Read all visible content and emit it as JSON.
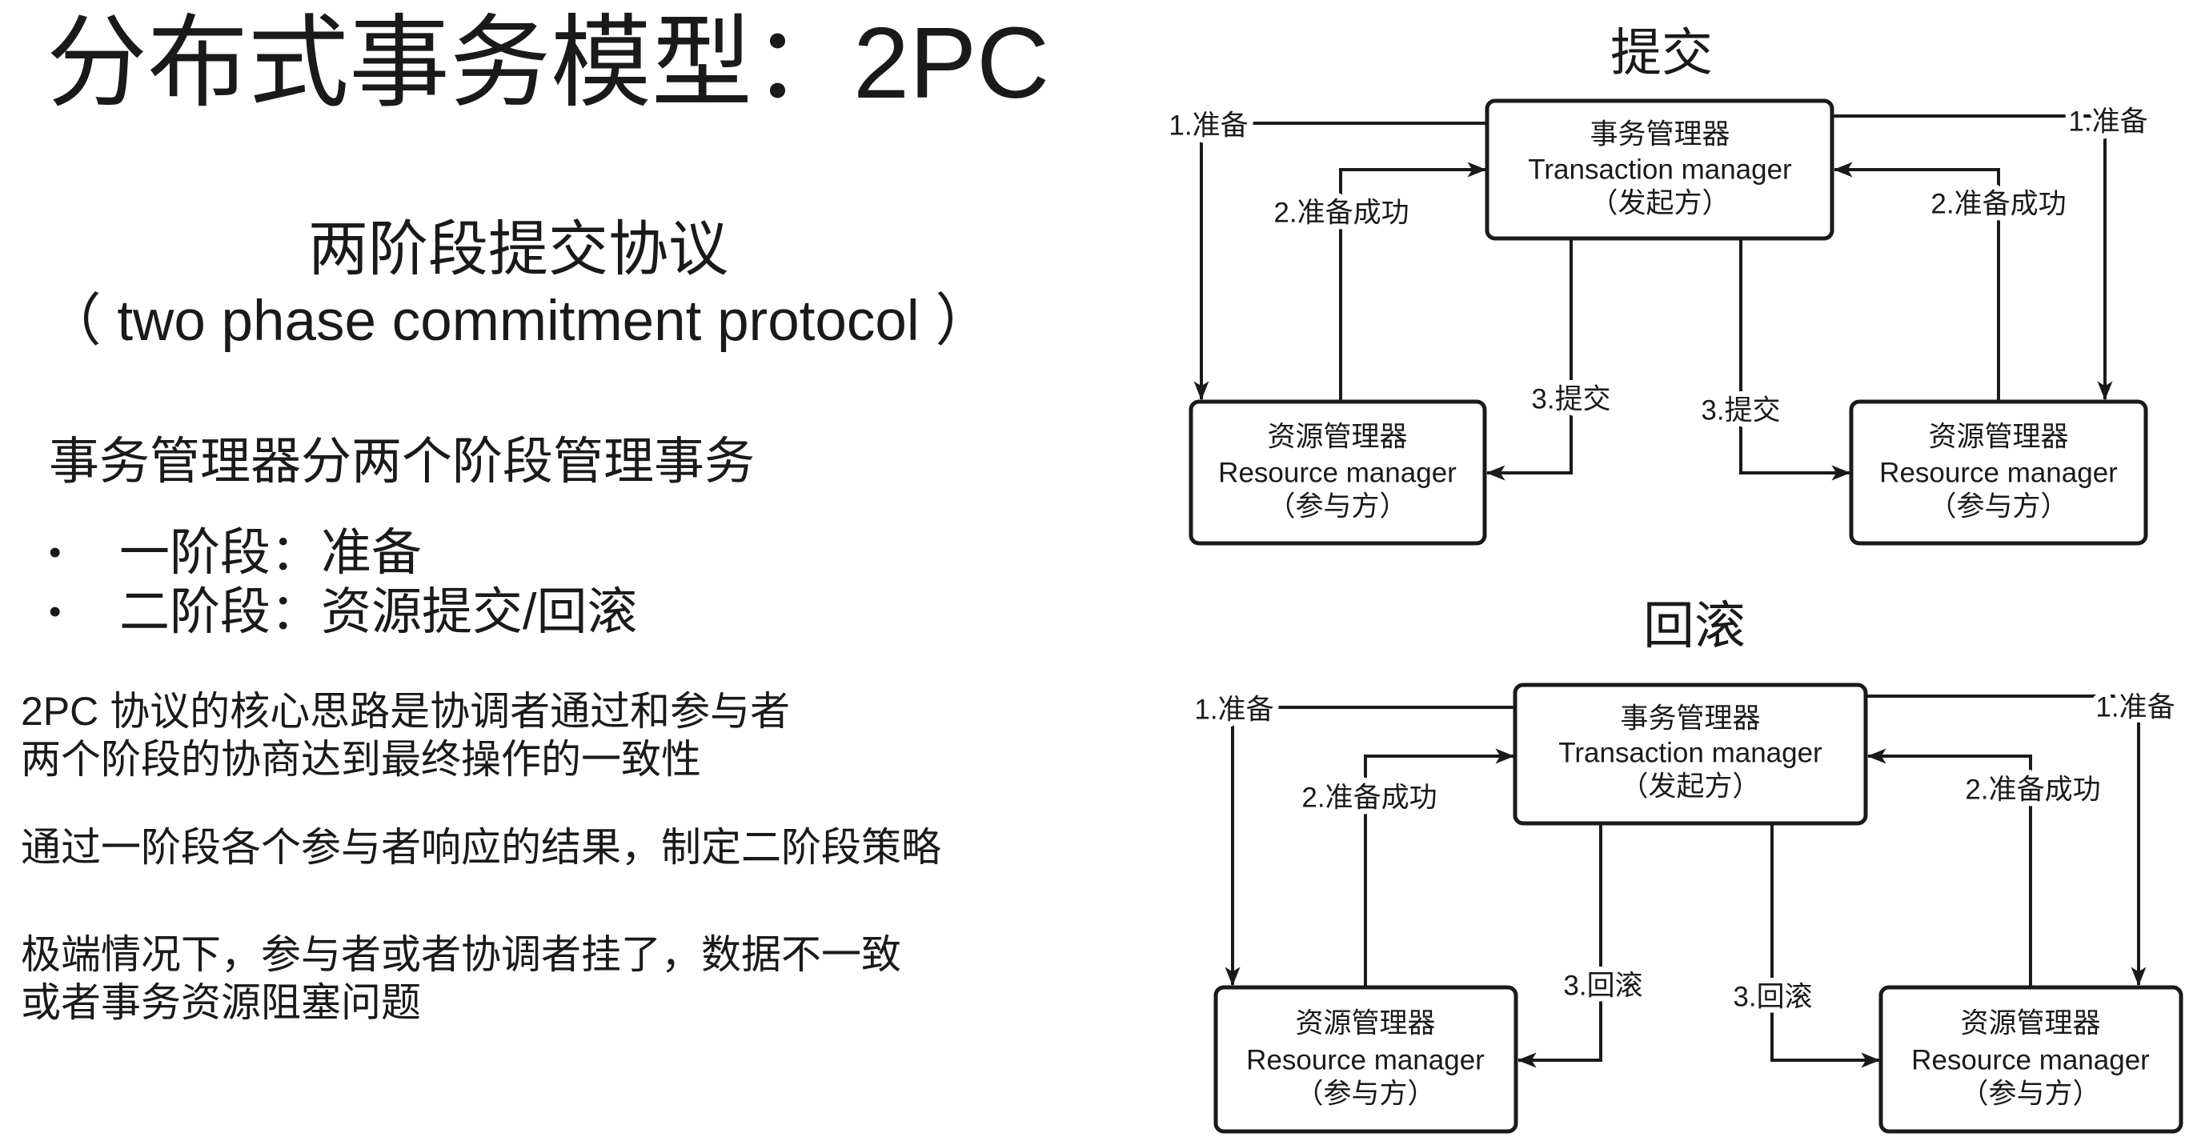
{
  "colors": {
    "ink": "#1a1a1a",
    "background": "#ffffff"
  },
  "slide": {
    "title": "分布式事务模型：2PC",
    "protocol_name_cn": "两阶段提交协议",
    "protocol_name_en": "（ two phase commitment protocol ）",
    "intro": "事务管理器分两个阶段管理事务",
    "bullet": "•",
    "phases": [
      "一阶段：准备",
      "二阶段：资源提交/回滚"
    ],
    "notes": [
      [
        "2PC 协议的核心思路是协调者通过和参与者",
        "两个阶段的协商达到最终操作的一致性"
      ],
      [
        "通过一阶段各个参与者响应的结果，制定二阶段策略"
      ],
      [
        "极端情况下，参与者或者协调者挂了，数据不一致",
        "或者事务资源阻塞问题"
      ]
    ]
  },
  "diagrams": [
    {
      "title": "提交",
      "coordinator": {
        "name_cn": "事务管理器",
        "name_en": "Transaction manager",
        "role": "（发起方）"
      },
      "participant_left": {
        "name_cn": "资源管理器",
        "name_en": "Resource manager",
        "role": "（参与方）"
      },
      "participant_right": {
        "name_cn": "资源管理器",
        "name_en": "Resource manager",
        "role": "（参与方）"
      },
      "edges_left": {
        "prepare": "1.准备",
        "prepare_ok": "2.准备成功",
        "phase2": "3.提交"
      },
      "edges_right": {
        "prepare": "1.准备",
        "prepare_ok": "2.准备成功",
        "phase2": "3.提交"
      }
    },
    {
      "title": "回滚",
      "coordinator": {
        "name_cn": "事务管理器",
        "name_en": "Transaction manager",
        "role": "（发起方）"
      },
      "participant_left": {
        "name_cn": "资源管理器",
        "name_en": "Resource manager",
        "role": "（参与方）"
      },
      "participant_right": {
        "name_cn": "资源管理器",
        "name_en": "Resource manager",
        "role": "（参与方）"
      },
      "edges_left": {
        "prepare": "1.准备",
        "prepare_ok": "2.准备成功",
        "phase2": "3.回滚"
      },
      "edges_right": {
        "prepare": "1.准备",
        "prepare_ok": "2.准备成功",
        "phase2": "3.回滚"
      }
    }
  ]
}
